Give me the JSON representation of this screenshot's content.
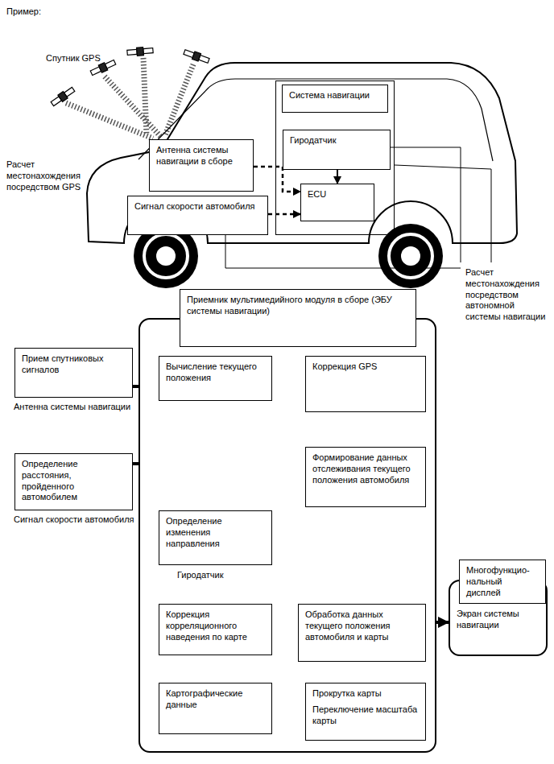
{
  "diagram": {
    "nodes": [
      {
        "text": [
          "Система навигации"
        ]
      },
      {
        "text": [
          "Гиродатчик"
        ],
        "in": 0
      },
      {
        "text": [
          "ECU"
        ],
        "in": 0
      },
      {
        "text": [
          "Антенна системы навигации в сборе"
        ]
      },
      {
        "text": [
          "Сигнал скорости автомобиля"
        ]
      },
      {
        "text": [
          "Приемник мультимедийного модуля в сборе (ЭБУ системы навигации)"
        ]
      },
      {
        "text": [
          "Прием спутниковых сигналов",
          "Антенна системы навигации"
        ]
      },
      {
        "text": [
          "Вычисление текущего положения"
        ],
        "in": 5
      },
      {
        "text": [
          "Коррекция GPS"
        ],
        "in": 5
      },
      {
        "text": [
          "Формирование данных отслеживания текущего положения автомобиля"
        ],
        "in": 5
      },
      {
        "text": [
          "Определение расстояния, пройденного автомобилем",
          "Сигнал скорости автомобиля"
        ]
      },
      {
        "text": [
          "Определение изменения направления",
          "Гиродатчик"
        ],
        "in": 5
      },
      {
        "text": [
          "Коррекция корреляционного наведения по карте"
        ],
        "in": 5
      },
      {
        "text": [
          "Обработка данных текущего положения автомобиля и карты"
        ],
        "in": 5
      },
      {
        "text": [
          "Экран системы навигации"
        ]
      },
      {
        "text": [
          "Многофункцио- нальный дисплей"
        ],
        "in": 14
      },
      {
        "text": [
          "Картографические данные"
        ],
        "in": 5
      },
      {
        "text": [
          "Прокрутка карты",
          "Переключение масштаба карты"
        ],
        "in": 5
      }
    ],
    "edges": [
      {
        "from": 1,
        "to": 2,
        "arrow": "to"
      },
      {
        "from": 3,
        "to": 2,
        "arrow": "to"
      },
      {
        "from": 4,
        "to": 2,
        "arrow": "to"
      },
      {
        "from": 6,
        "to": 7,
        "arrow": "to"
      },
      {
        "from": 7,
        "to": 8,
        "arrow": "to"
      },
      {
        "from": 8,
        "to": 9,
        "arrow": "to"
      },
      {
        "from": 10,
        "to": 9,
        "arrow": "to"
      },
      {
        "from": 11,
        "to": 9,
        "arrow": "to"
      },
      {
        "from": 12,
        "to": 9,
        "arrow": "to"
      },
      {
        "from": 16,
        "to": 12,
        "arrow": "to"
      },
      {
        "from": 16,
        "to": 17,
        "arrow": "to"
      },
      {
        "from": 17,
        "to": 13,
        "arrow": "to"
      },
      {
        "from": 9,
        "to": 13,
        "arrow": "to"
      },
      {
        "from": 13,
        "to": 14,
        "arrow": "to"
      }
    ],
    "labels": [
      "Пример:",
      "Спутник GPS",
      "Расчет местонахождения посредством GPS",
      "Расчет местонахождения посредством автономной системы навигации"
    ]
  }
}
